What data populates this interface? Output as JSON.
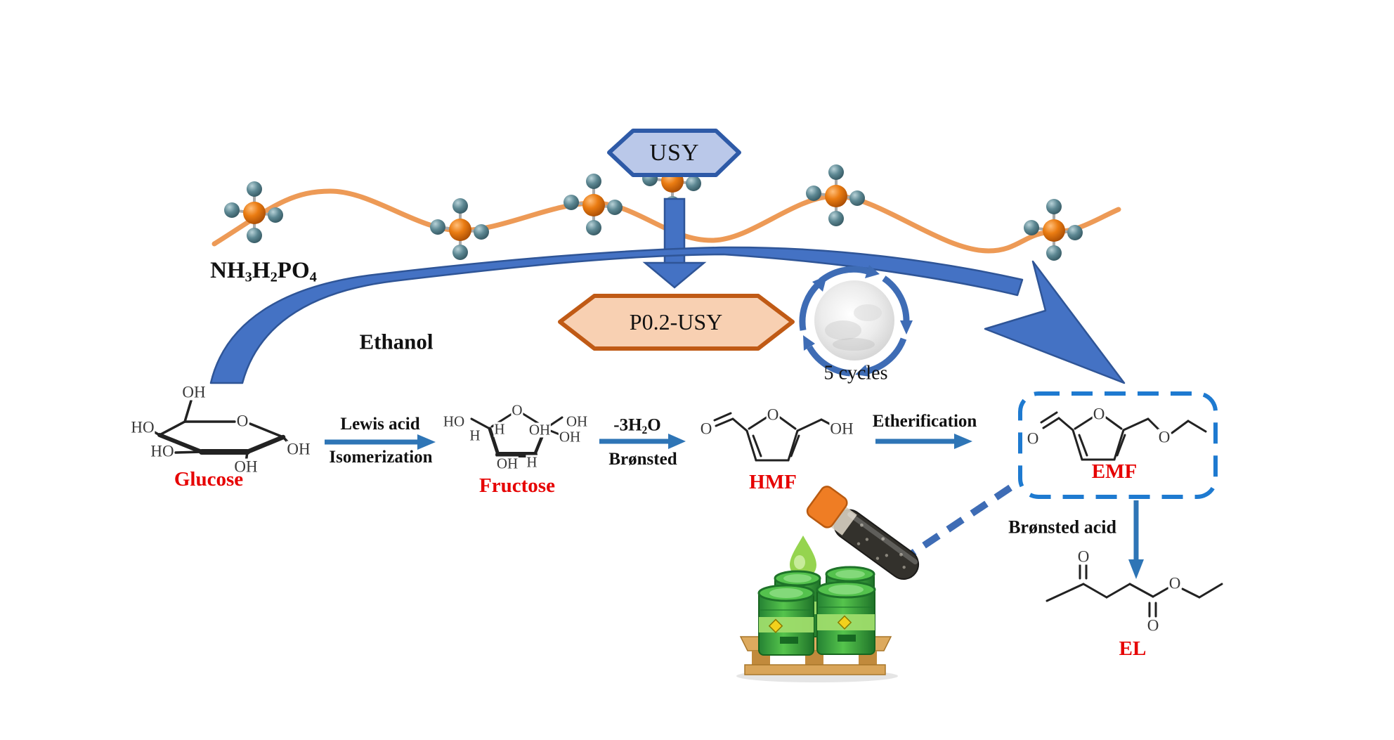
{
  "figure": {
    "type": "catalytic reaction scheme",
    "background": "#ffffff"
  },
  "catalysts": {
    "top_hexagon": "USY",
    "bottom_hexagon": "P0.2-USY"
  },
  "labels": {
    "formula_parts": [
      "NH",
      "3",
      "H",
      "2",
      "PO",
      "4"
    ],
    "solvent": "Ethanol",
    "recycle": "5 cycles",
    "bronsted_acid": "Brønsted acid"
  },
  "steps": {
    "step1": {
      "top": "Lewis acid",
      "bottom": "Isomerization"
    },
    "step2": {
      "top_parts": [
        "-3H",
        "2",
        "O"
      ],
      "bottom": "Brønsted"
    },
    "step3": {
      "top": "Etherification"
    }
  },
  "molecules": {
    "glucose": {
      "name": "Glucose",
      "atoms": [
        "OH",
        "O",
        "HO",
        "HO",
        "OH",
        "OH"
      ]
    },
    "fructose": {
      "name": "Fructose",
      "atoms": [
        "HO",
        "H",
        "H",
        "O",
        "OH",
        "OH",
        "OH",
        "OH",
        "H"
      ]
    },
    "hmf": {
      "name": "HMF",
      "atoms": [
        "O",
        "O",
        "OH"
      ]
    },
    "emf": {
      "name": "EMF",
      "atoms": [
        "O",
        "O",
        "O"
      ]
    },
    "el": {
      "name": "EL",
      "atoms": [
        "O",
        "O",
        "O"
      ]
    }
  },
  "colors": {
    "primary_blue": "#4472c4",
    "dark_blue": "#2f5597",
    "arrow_blue": "#2e75b6",
    "wave_orange": "#ed9a56",
    "usy_fill": "#bac8e9",
    "usy_border": "#2e5aa7",
    "p_usy_fill": "#f8d0b2",
    "p_usy_border": "#c05a15",
    "name_red": "#e60000",
    "barrel_green": "#3aa742",
    "droplet_green": "#95d44f"
  }
}
